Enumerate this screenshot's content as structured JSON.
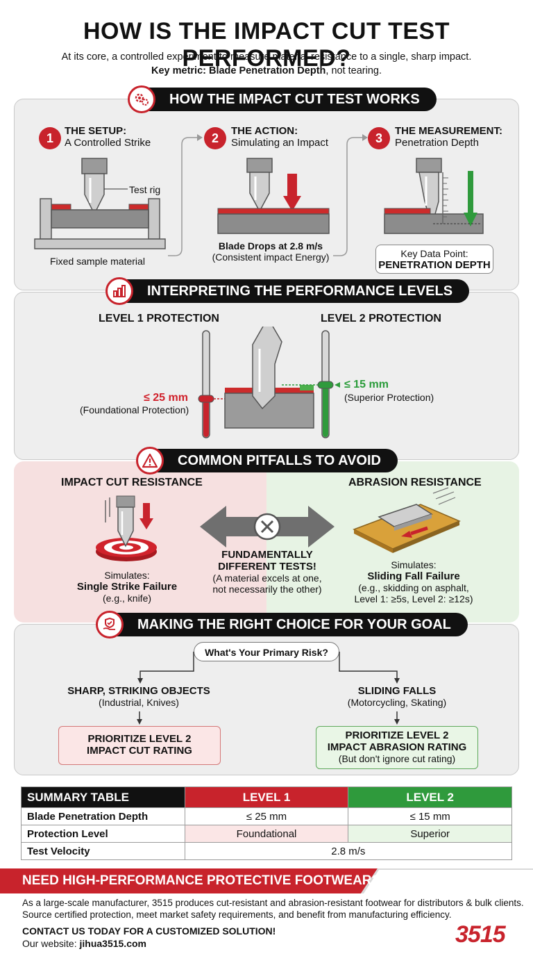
{
  "header": {
    "title": "HOW IS THE IMPACT CUT TEST PERFORMED?",
    "subtitle_line1": "At its core, a controlled experiment to measure material resistance to a single, sharp impact.",
    "subtitle_key": "Key metric: Blade Penetration Depth",
    "subtitle_rest": ", not tearing."
  },
  "section1": {
    "title": "HOW THE IMPACT CUT TEST WORKS",
    "steps": [
      {
        "num": "1",
        "head": "THE SETUP:",
        "sub": "A Controlled Strike"
      },
      {
        "num": "2",
        "head": "THE ACTION:",
        "sub": "Simulating an Impact"
      },
      {
        "num": "3",
        "head": "THE MEASUREMENT:",
        "sub": "Penetration Depth"
      }
    ],
    "test_rig_label": "Test rig",
    "fixed_sample_label": "Fixed sample material",
    "blade_drops": "Blade Drops at 2.8 m/s",
    "consistent_energy": "(Consistent impact Energy)",
    "key_data_label": "Key Data Point:",
    "key_data_value": "PENETRATION DEPTH"
  },
  "section2": {
    "title": "INTERPRETING THE PERFORMANCE LEVELS",
    "level1_title": "LEVEL 1 PROTECTION",
    "level2_title": "LEVEL 2 PROTECTION",
    "level1_value": "≤ 25 mm",
    "level1_desc": "(Foundational Protection)",
    "level2_value": "≤ 15 mm",
    "level2_desc": "(Superior Protection)"
  },
  "section3": {
    "title": "COMMON PITFALLS TO AVOID",
    "left_title": "IMPACT CUT RESISTANCE",
    "left_simulates": "Simulates:",
    "left_failure": "Single Strike Failure",
    "left_example": "(e.g., knife)",
    "center_line1": "FUNDAMENTALLY",
    "center_line2": "DIFFERENT TESTS!",
    "center_line3": "(A material excels at one,",
    "center_line4": "not necessarily the other)",
    "right_title": "ABRASION RESISTANCE",
    "right_simulates": "Simulates:",
    "right_failure": "Sliding Fall Failure",
    "right_example1": "(e.g., skidding on asphalt,",
    "right_example2": "Level 1: ≥5s, Level 2: ≥12s)"
  },
  "section4": {
    "title": "MAKING THE RIGHT CHOICE FOR YOUR GOAL",
    "question": "What's Your Primary Risk?",
    "left_risk": "SHARP, STRIKING OBJECTS",
    "left_examples": "(Industrial, Knives)",
    "left_rec1": "PRIORITIZE LEVEL 2",
    "left_rec2": "IMPACT CUT RATING",
    "right_risk": "SLIDING FALLS",
    "right_examples": "(Motorcycling, Skating)",
    "right_rec1": "PRIORITIZE LEVEL 2",
    "right_rec2": "IMPACT ABRASION RATING",
    "right_rec3": "(But don't ignore cut rating)"
  },
  "summary_table": {
    "headers": [
      "SUMMARY TABLE",
      "LEVEL 1",
      "LEVEL 2"
    ],
    "rows": [
      [
        "Blade Penetration Depth",
        "≤ 25 mm",
        "≤ 15 mm"
      ],
      [
        "Protection Level",
        "Foundational",
        "Superior"
      ],
      [
        "Test Velocity",
        "2.8 m/s"
      ]
    ]
  },
  "footer": {
    "banner": "NEED HIGH-PERFORMANCE PROTECTIVE FOOTWEAR?",
    "body1": "As a large-scale manufacturer, 3515 produces cut-resistant and abrasion-resistant footwear for distributors & bulk clients.",
    "body2": "Source certified protection, meet market safety requirements, and benefit from manufacturing efficiency.",
    "cta": "CONTACT US TODAY FOR A CUSTOMIZED SOLUTION!",
    "website_label": "Our website: ",
    "website": "jihua3515.com",
    "logo": "3515"
  },
  "colors": {
    "red": "#c8232c",
    "green": "#2f9a3c",
    "black": "#111111"
  }
}
